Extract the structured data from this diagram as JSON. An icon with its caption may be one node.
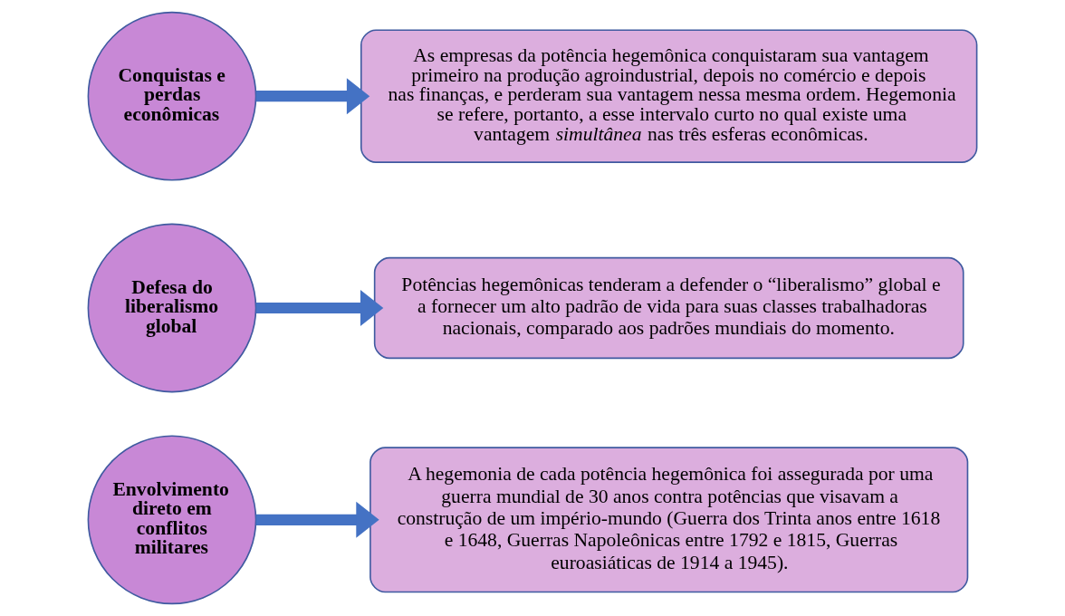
{
  "diagram": {
    "nodes": [
      {
        "text": [
          "Conquistas e perdas econômicas"
        ]
      },
      {
        "text": [
          "As empresas da potência hegemônica conquistaram sua vantagem primeiro na produção agroindustrial, depois no comércio e depois nas finanças, e perderam sua vantagem nessa mesma ordem. Hegemonia se refere, portanto, a esse intervalo curto no qual existe uma vantagem *simultânea* nas três esferas econômicas."
        ]
      },
      {
        "text": [
          "Defesa do liberalismo global"
        ]
      },
      {
        "text": [
          "Potências hegemônicas tenderam a defender o “liberalismo” global e a fornecer um alto padrão de vida para suas classes trabalhadoras nacionais, comparado aos padrões mundiais do momento."
        ]
      },
      {
        "text": [
          "Envolvimento direto em conflitos militares"
        ]
      },
      {
        "text": [
          "A hegemonia de cada potência hegemônica foi assegurada por uma guerra mundial de 30 anos contra potências que visavam a construção de um império-mundo (Guerra dos Trinta anos entre 1618 e 1648, Guerras Napoleônicas entre 1792 e 1815, Guerras euroasiáticas de 1914 a 1945)."
        ]
      }
    ],
    "edges": [
      {
        "from": 0,
        "to": 1,
        "arrow": "to"
      },
      {
        "from": 2,
        "to": 3,
        "arrow": "to"
      },
      {
        "from": 4,
        "to": 5,
        "arrow": "to"
      }
    ]
  }
}
